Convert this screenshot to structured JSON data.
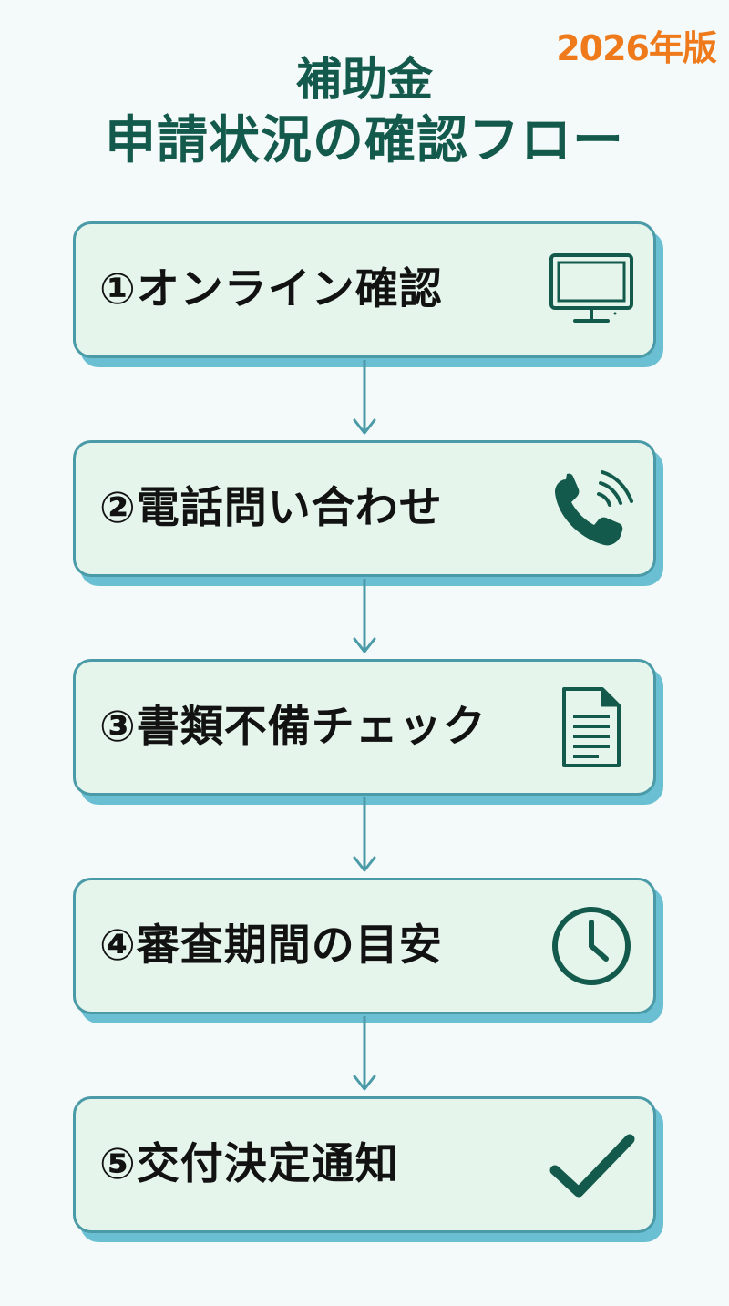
{
  "edition_label": "2026年版",
  "title": {
    "line1": "補助金",
    "line2": "申請状況の確認フロー"
  },
  "steps": [
    {
      "label": "①オンライン確認",
      "icon": "monitor-icon"
    },
    {
      "label": "②電話問い合わせ",
      "icon": "phone-icon"
    },
    {
      "label": "③書類不備チェック",
      "icon": "document-icon"
    },
    {
      "label": "④審査期間の目安",
      "icon": "clock-icon"
    },
    {
      "label": "⑤交付決定通知",
      "icon": "checkmark-icon"
    }
  ],
  "colors": {
    "title": "#145a4c",
    "edition": "#ee7a1c",
    "box_fill": "#e5f5ec",
    "box_border": "#4a9aa8",
    "box_shadow": "#6bbfd3",
    "icon": "#145a4c",
    "arrow": "#4a9aa8"
  }
}
